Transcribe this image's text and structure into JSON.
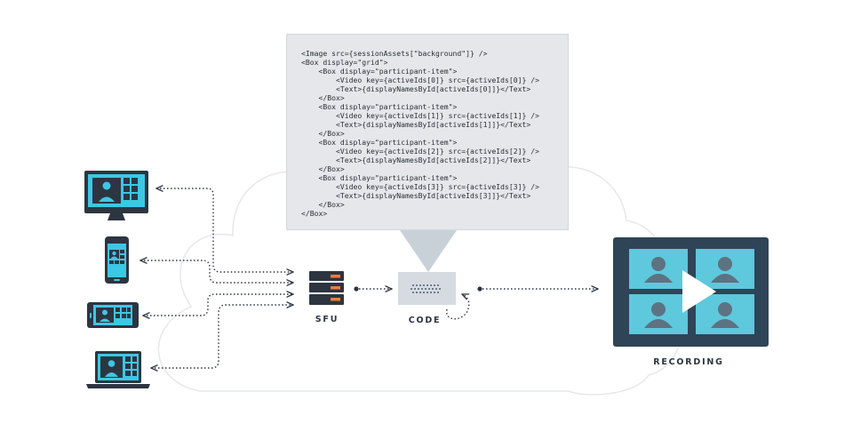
{
  "code_snippet": {
    "lines": [
      "<Image src={sessionAssets[\"background\"]} />",
      "<Box display=\"grid\">",
      "    <Box display=\"participant-item\">",
      "        <Video key={activeIds[0]} src={activeIds[0]} />",
      "        <Text>{displayNamesById[activeIds[0]]}</Text>",
      "    </Box>",
      "    <Box display=\"participant-item\">",
      "        <Video key={activeIds[1]} src={activeIds[1]} />",
      "        <Text>{displayNamesById[activeIds[1]]}</Text>",
      "    </Box>",
      "    <Box display=\"participant-item\">",
      "        <Video key={activeIds[2]} src={activeIds[2]} />",
      "        <Text>{displayNamesById[activeIds[2]]}</Text>",
      "    </Box>",
      "    <Box display=\"participant-item\">",
      "        <Video key={activeIds[3]} src={activeIds[3]} />",
      "        <Text>{displayNamesById[activeIds[3]]}</Text>",
      "    </Box>",
      "</Box>"
    ]
  },
  "labels": {
    "sfu": "SFU",
    "code": "CODE",
    "recording": "RECORDING"
  },
  "colors": {
    "dark": "#2d3540",
    "cyan": "#3cc7e4",
    "recording_frame": "#2f4457",
    "recording_tile": "#5ec8dc",
    "silhouette": "#5d7282",
    "server_orange": "#f07e3f",
    "code_panel_bg": "#e5e7ea",
    "callout": "#c9d1d8",
    "cloud_stroke": "#e6e8ea"
  },
  "icons": {
    "desktop": "desktop-monitor-icon",
    "phone": "smartphone-icon",
    "tablet": "tablet-icon",
    "laptop": "laptop-icon",
    "server": "server-rack-icon",
    "code_box": "code-device-icon",
    "recording": "recording-grid-icon"
  }
}
